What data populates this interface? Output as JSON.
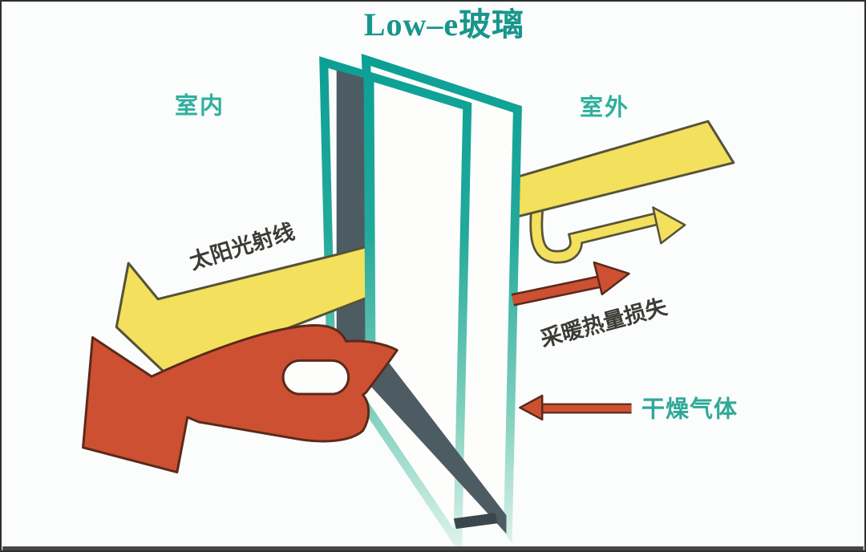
{
  "title": "Low–e玻璃",
  "labels": {
    "indoor": "室内",
    "outdoor": "室外",
    "solar_ray": "太阳光射线",
    "heat_loss": "采暖热量损失",
    "dry_gas": "干燥气体"
  },
  "colors": {
    "background": "#fbfcfc",
    "title_teal": "#17968c",
    "label_teal": "#2fb09c",
    "glass_teal": "#0ba095",
    "glass_teal_light": "#e8f7f0",
    "frame_gray": "#4d5b63",
    "spacer_dark": "#3a474d",
    "arrow_yellow": "#f3e05c",
    "yellow_outline": "#55533a",
    "arrow_red": "#cd5033",
    "red_outline": "#5a2a1a",
    "dark_text": "#3c3c36",
    "bottom_bar": "#474747"
  }
}
